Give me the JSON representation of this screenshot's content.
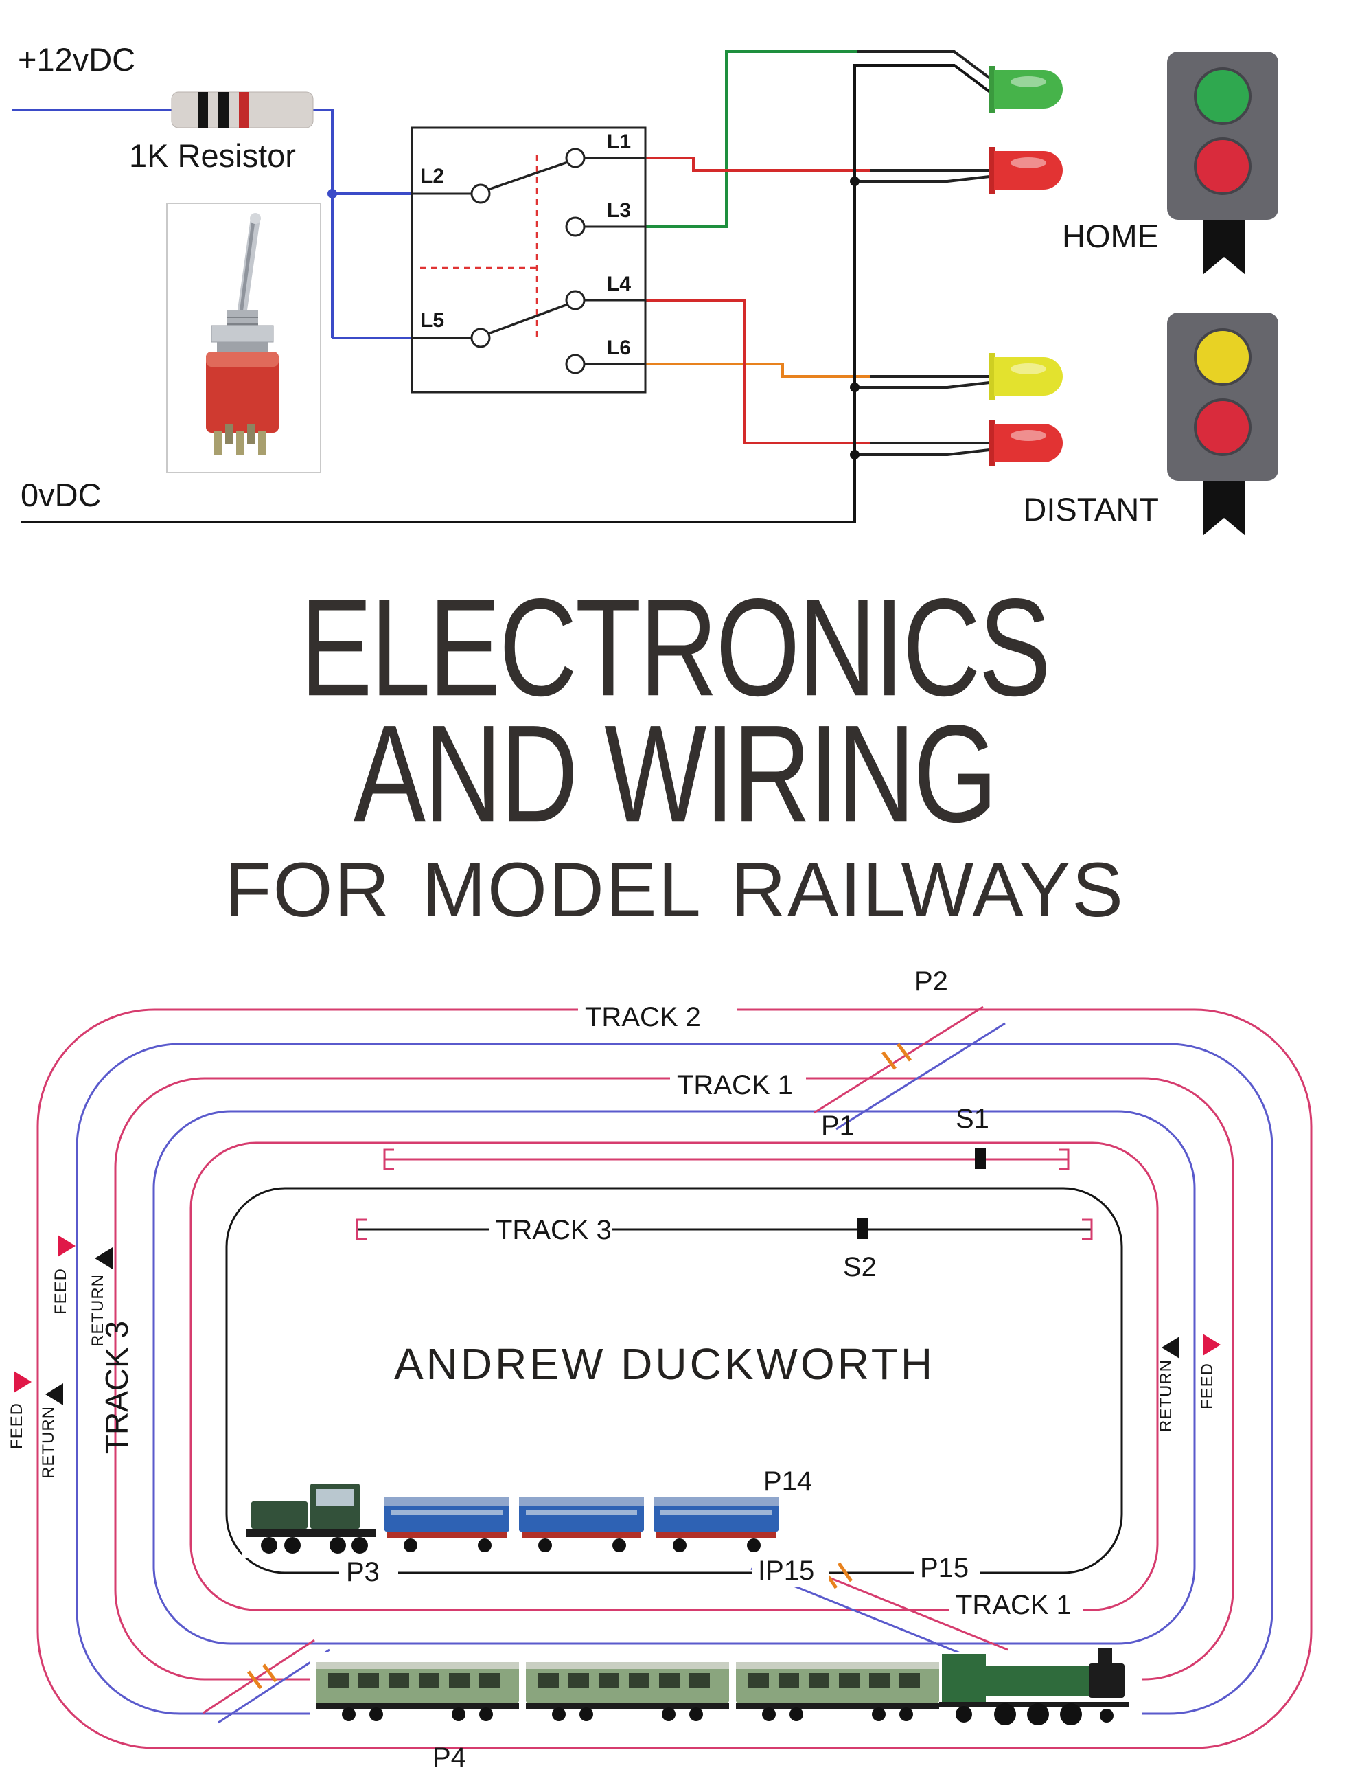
{
  "cover": {
    "circuit": {
      "supply_positive": "+12vDC",
      "supply_negative": "0vDC",
      "resistor_label": "1K Resistor",
      "contacts": {
        "l1": "L1",
        "l2": "L2",
        "l3": "L3",
        "l4": "L4",
        "l5": "L5",
        "l6": "L6"
      },
      "signals": {
        "home": "HOME",
        "distant": "DISTANT"
      },
      "colors": {
        "wire_blue": "#3b4bc8",
        "wire_green": "#1e8f3e",
        "wire_red": "#d42a2a",
        "wire_orange": "#e8821e",
        "wire_black": "#141414",
        "led_green": "#46b34a",
        "led_red": "#e23333",
        "led_yellow": "#e3e22e",
        "lens_green": "#2fa84f",
        "lens_red": "#d92b3c",
        "lens_yellow": "#e8d224",
        "switch_body": "#cf3a30"
      }
    },
    "title": {
      "line1": "ELECTRONICS",
      "line2": "AND WIRING",
      "line3": "FOR MODEL RAILWAYS"
    },
    "author": {
      "name": "ANDREW DUCKWORTH"
    },
    "track_plan": {
      "labels": {
        "p2": "P2",
        "track2": "TRACK 2",
        "track1_top": "TRACK 1",
        "p1": "P1",
        "s1": "S1",
        "track3_siding": "TRACK 3",
        "s2": "S2",
        "track3_loop": "TRACK 3",
        "p14": "P14",
        "p3": "P3",
        "ip15": "IP15",
        "p15": "P15",
        "track1_bottom": "TRACK 1",
        "p4": "P4"
      },
      "feed": "FEED",
      "return": "RETURN",
      "colors": {
        "rail_red": "#d63c6e",
        "rail_blue": "#5a5acc",
        "rail_black": "#151515",
        "crossover_mark": "#e8821e",
        "feed_arrow": "#e01848",
        "return_arrow": "#141414"
      }
    }
  }
}
